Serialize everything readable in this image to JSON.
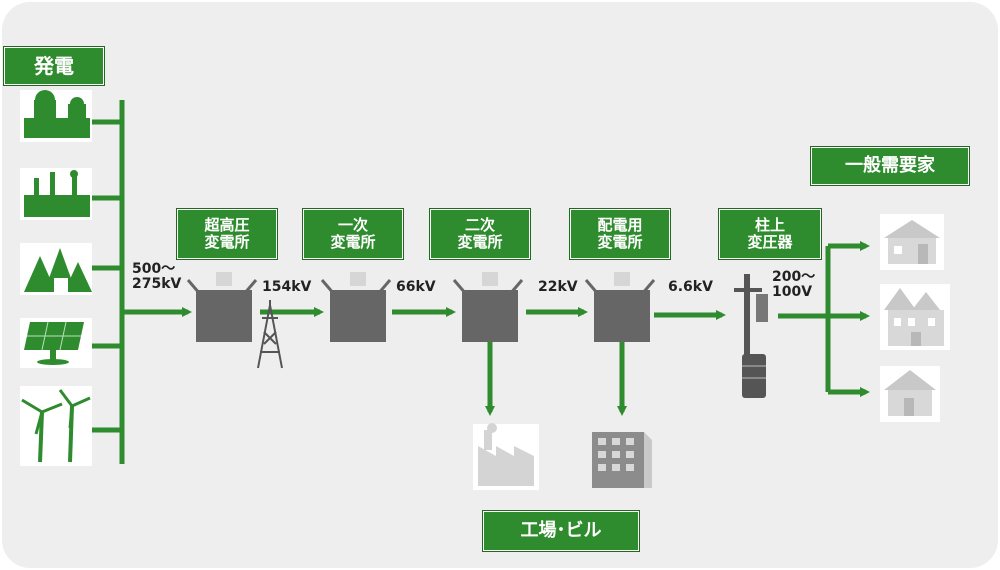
{
  "labels": {
    "generation": "発電",
    "ultra_high_substation": "超高圧\n変電所",
    "primary_substation": "一次\n変電所",
    "secondary_substation": "二次\n変電所",
    "distribution_substation": "配電用\n変電所",
    "pole_transformer": "柱上\n変圧器",
    "general_consumers": "一般需要家",
    "factories_buildings": "工場･ビル"
  },
  "voltages": {
    "v_500": "500～\n275kV",
    "v_154": "154kV",
    "v_66": "66kV",
    "v_22": "22kV",
    "v_6_6": "6.6kV",
    "v_200": "200～\n100V"
  },
  "colors": {
    "green": "#2e8b2e",
    "transformer": "#666666",
    "background": "#eeeeee",
    "icon_gray": "#d4d4d4"
  },
  "icons": [
    "power-plant-icon",
    "factory-plant-icon",
    "hydro-forest-icon",
    "solar-panel-icon",
    "wind-turbine-icon",
    "transformer-icon",
    "transmission-tower-icon",
    "pole-transformer-icon",
    "house-icon",
    "factory-icon",
    "office-building-icon"
  ]
}
